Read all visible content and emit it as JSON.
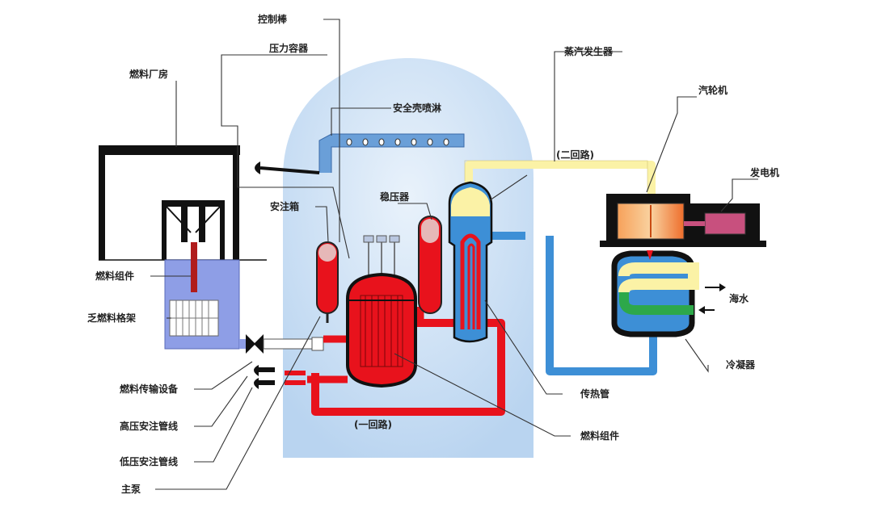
{
  "labels": {
    "control_rod": "控制棒",
    "pressure_vessel": "压力容器",
    "fuel_building": "燃料厂房",
    "containment_spray": "安全壳喷淋",
    "steam_generator": "蒸汽发生器",
    "secondary_loop": "(二回路)",
    "turbine": "汽轮机",
    "generator": "发电机",
    "accumulator": "安注箱",
    "pressurizer": "稳压器",
    "fuel_assembly_pool": "燃料组件",
    "spent_fuel_rack": "乏燃料格架",
    "seawater": "海水",
    "condenser": "冷凝器",
    "fuel_transfer": "燃料传输设备",
    "hp_injection": "高压安注管线",
    "lp_injection": "低压安注管线",
    "main_pump": "主泵",
    "heat_tube": "传热管",
    "primary_loop": "(一回路)",
    "fuel_assembly_core": "燃料组件"
  },
  "colors": {
    "primary": "#e8121c",
    "primary_dark": "#8a0a0a",
    "secondary_water": "#3d8fd6",
    "steam": "#fbf2a6",
    "containment": "#c4dcf4",
    "pool": "#8e9ee6",
    "turbine": "#f28a3e",
    "generator": "#c8507e",
    "seawater": "#2da84a",
    "structure": "#111111"
  }
}
